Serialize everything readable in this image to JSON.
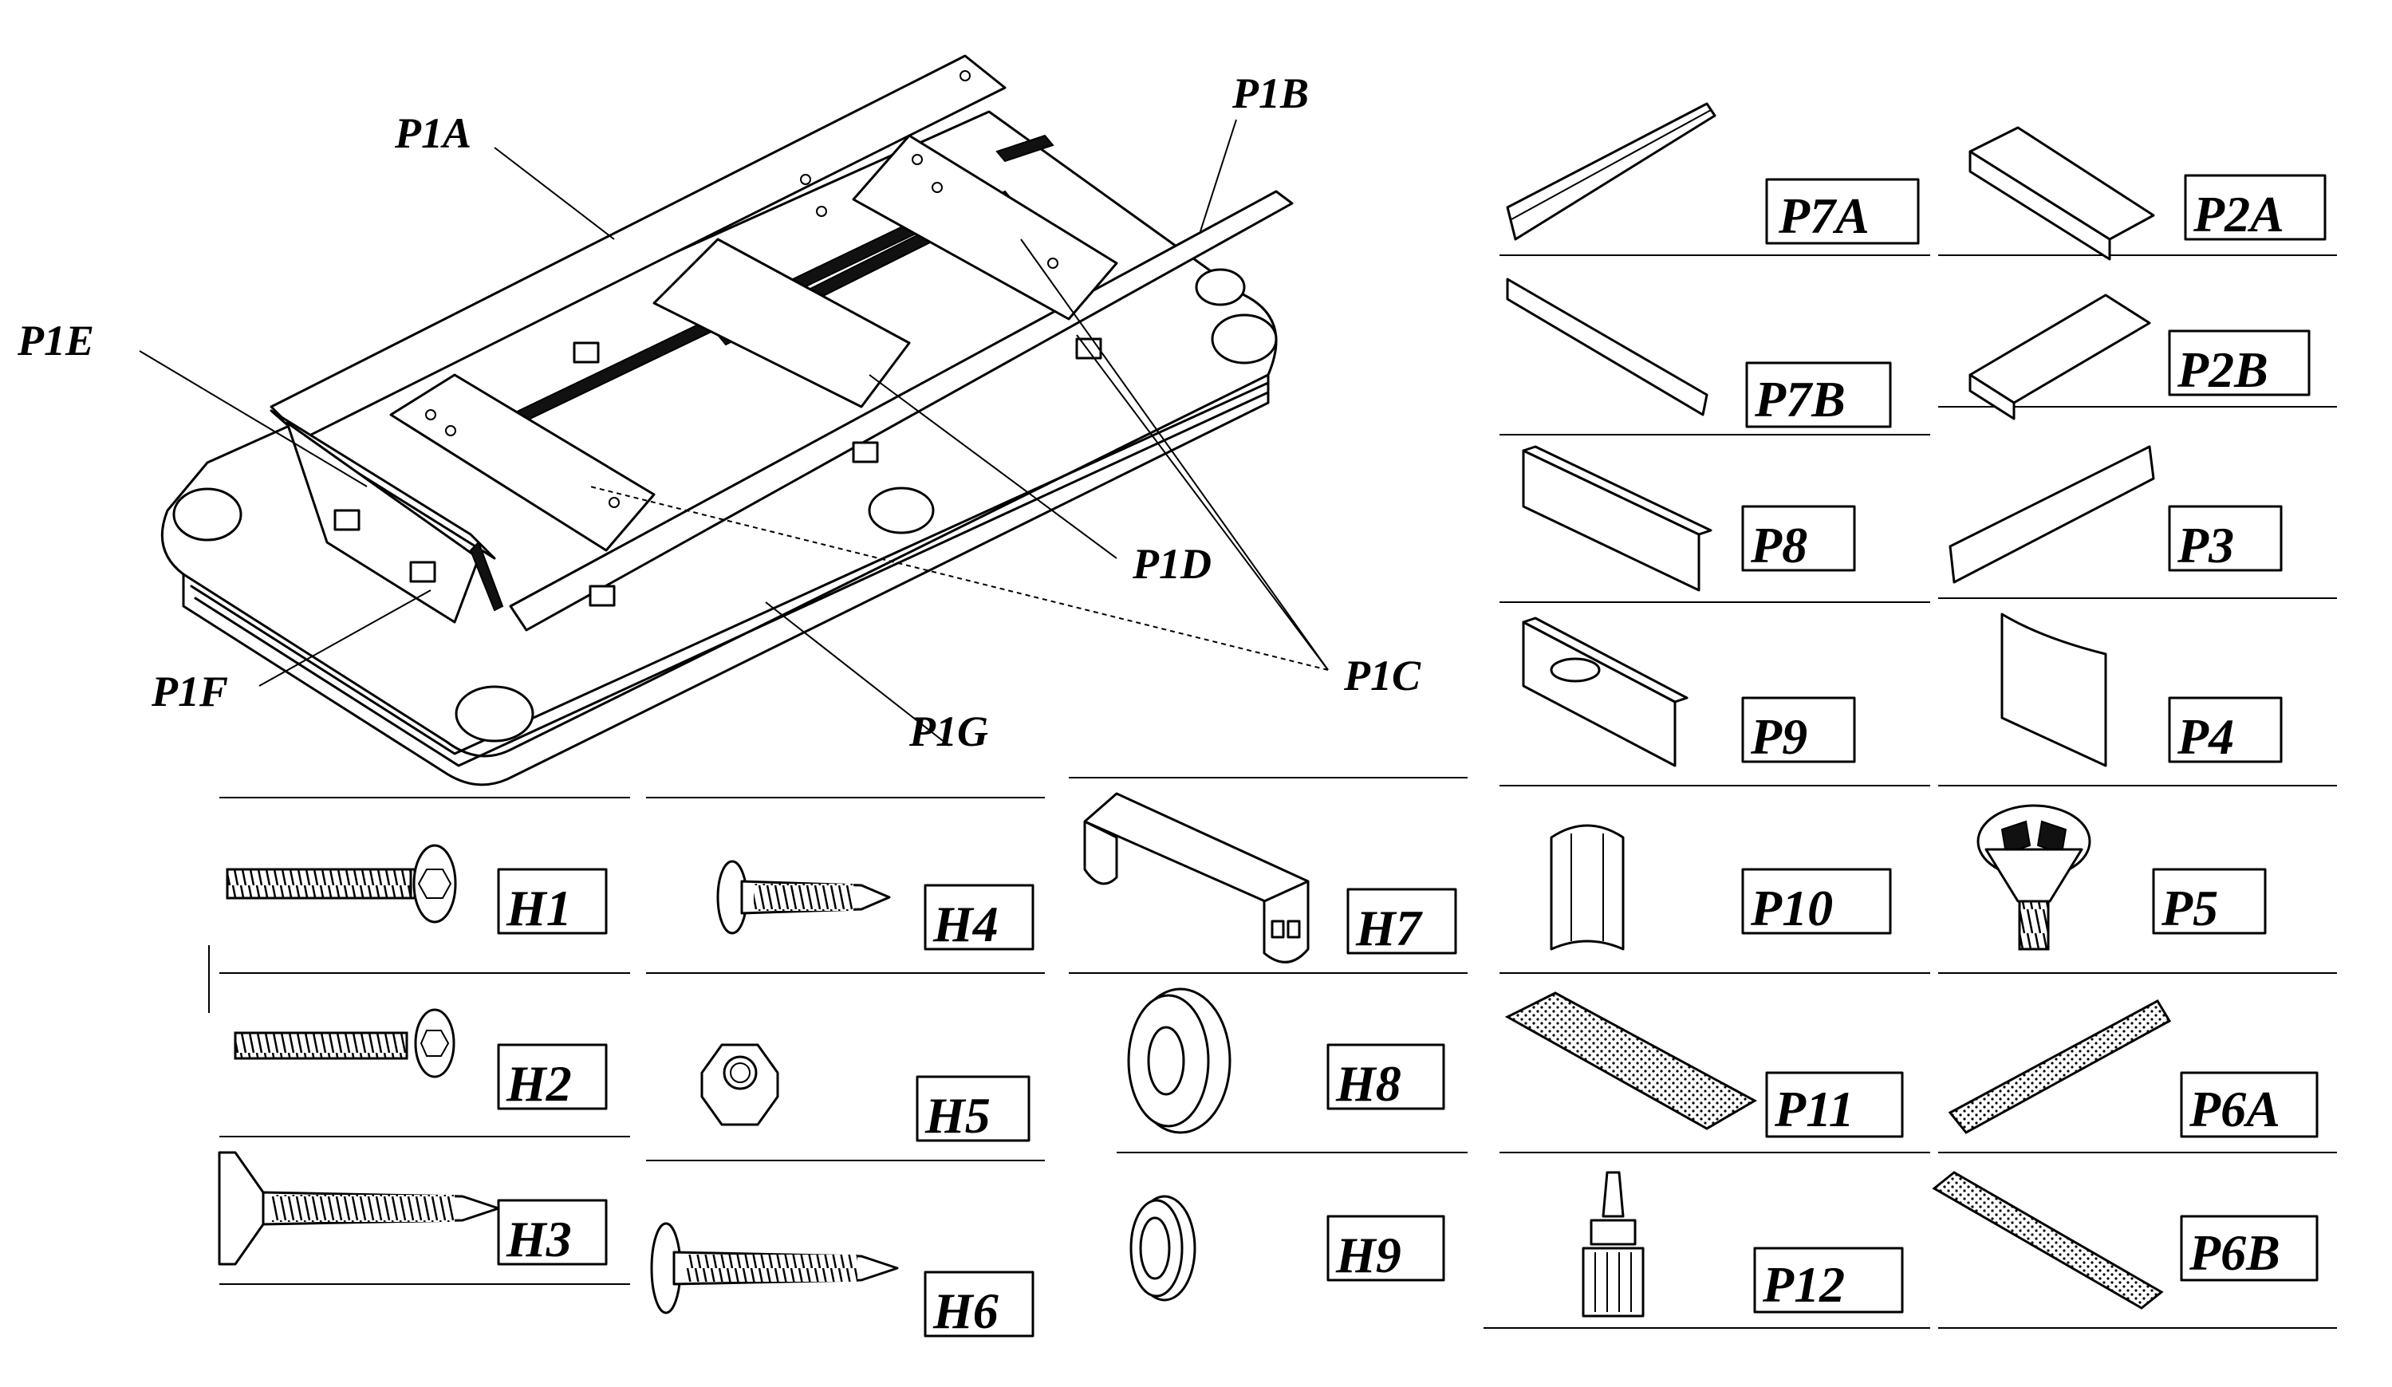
{
  "assembly_labels": {
    "p1a": "P1A",
    "p1b": "P1B",
    "p1c": "P1C",
    "p1d": "P1D",
    "p1e": "P1E",
    "p1f": "P1F",
    "p1g": "P1G"
  },
  "parts": {
    "p7a": "P7A",
    "p2a": "P2A",
    "p7b": "P7B",
    "p2b": "P2B",
    "p8": "P8",
    "p3": "P3",
    "p9": "P9",
    "p4": "P4",
    "p10": "P10",
    "p5": "P5",
    "p11": "P11",
    "p6a": "P6A",
    "p12": "P12",
    "p6b": "P6B"
  },
  "hardware": {
    "h1": "H1",
    "h4": "H4",
    "h7": "H7",
    "h2": "H2",
    "h5": "H5",
    "h8": "H8",
    "h3": "H3",
    "h6": "H6",
    "h9": "H9"
  },
  "colors": {
    "ink": "#000000",
    "paper": "#ffffff"
  }
}
